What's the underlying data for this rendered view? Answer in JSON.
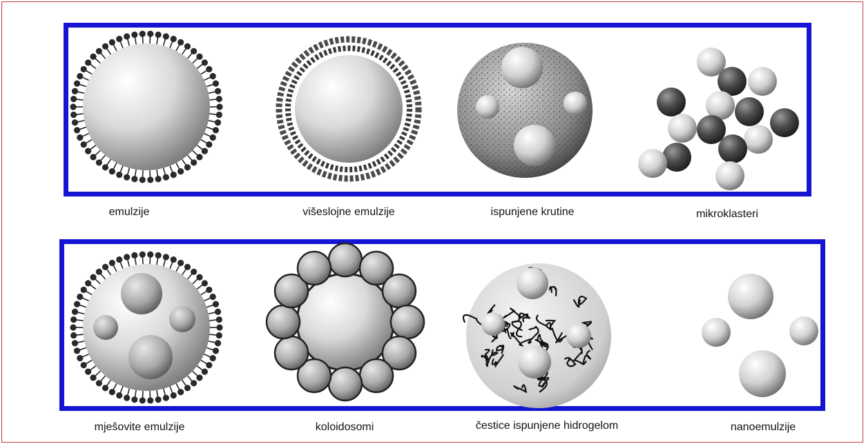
{
  "frame_color": "#1414d2",
  "border_color": "#c23a3a",
  "top_row": {
    "labels": [
      "emulzije",
      "višeslojne emulzije",
      "ispunjene krutine",
      "mikroklasteri"
    ]
  },
  "bottom_row": {
    "labels": [
      "mješovite emulzije",
      "koloidosomi",
      "čestice ispunjene hidrogelom",
      "nanoemulzije"
    ]
  }
}
